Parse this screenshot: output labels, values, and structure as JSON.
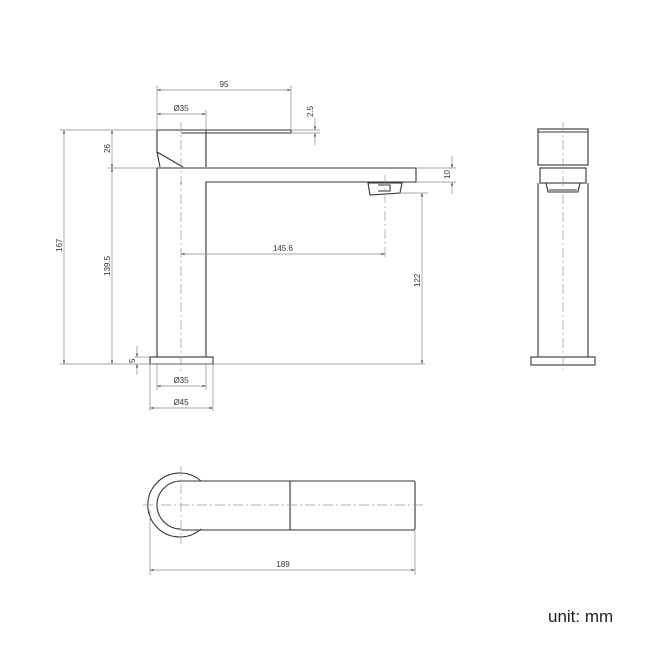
{
  "dimensions": {
    "lever_reach": "95",
    "lever_diameter": "Ø35",
    "lever_thickness": "2.5",
    "lever_height": "26",
    "total_height": "167",
    "spout_height": "139.5",
    "spout_reach": "145.6",
    "outlet_height": "122",
    "spout_thickness": "10",
    "base_thickness": "5",
    "body_diameter": "Ø35",
    "base_diameter": "Ø45",
    "total_length": "189"
  },
  "unit_label": "unit: mm"
}
